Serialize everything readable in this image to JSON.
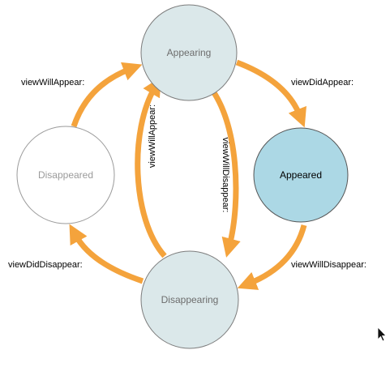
{
  "states": {
    "appearing": {
      "label": "Appearing",
      "fill": "#dbe8ea",
      "stroke": "#7c7c7c",
      "text_color": "#6d6d6d"
    },
    "appeared": {
      "label": "Appeared",
      "fill": "#acd8e5",
      "stroke": "#555555",
      "text_color": "#000000"
    },
    "disappearing": {
      "label": "Disappearing",
      "fill": "#dbe8ea",
      "stroke": "#7c7c7c",
      "text_color": "#6d6d6d"
    },
    "disappeared": {
      "label": "Disappeared",
      "fill": "#ffffff",
      "stroke": "#9a9a9a",
      "text_color": "#9a9a9a"
    }
  },
  "transitions": {
    "view_will_appear_outer": "viewWillAppear:",
    "view_did_appear": "viewDidAppear:",
    "view_will_disappear_outer": "viewWillDisappear:",
    "view_did_disappear": "viewDidDisappear:",
    "view_will_appear_inner": "viewWillAppear:",
    "view_will_disappear_inner": "viewWillDisappear:"
  },
  "colors": {
    "arrow": "#f4a33c"
  },
  "icons": {
    "cursor": "mouse-pointer-icon"
  }
}
